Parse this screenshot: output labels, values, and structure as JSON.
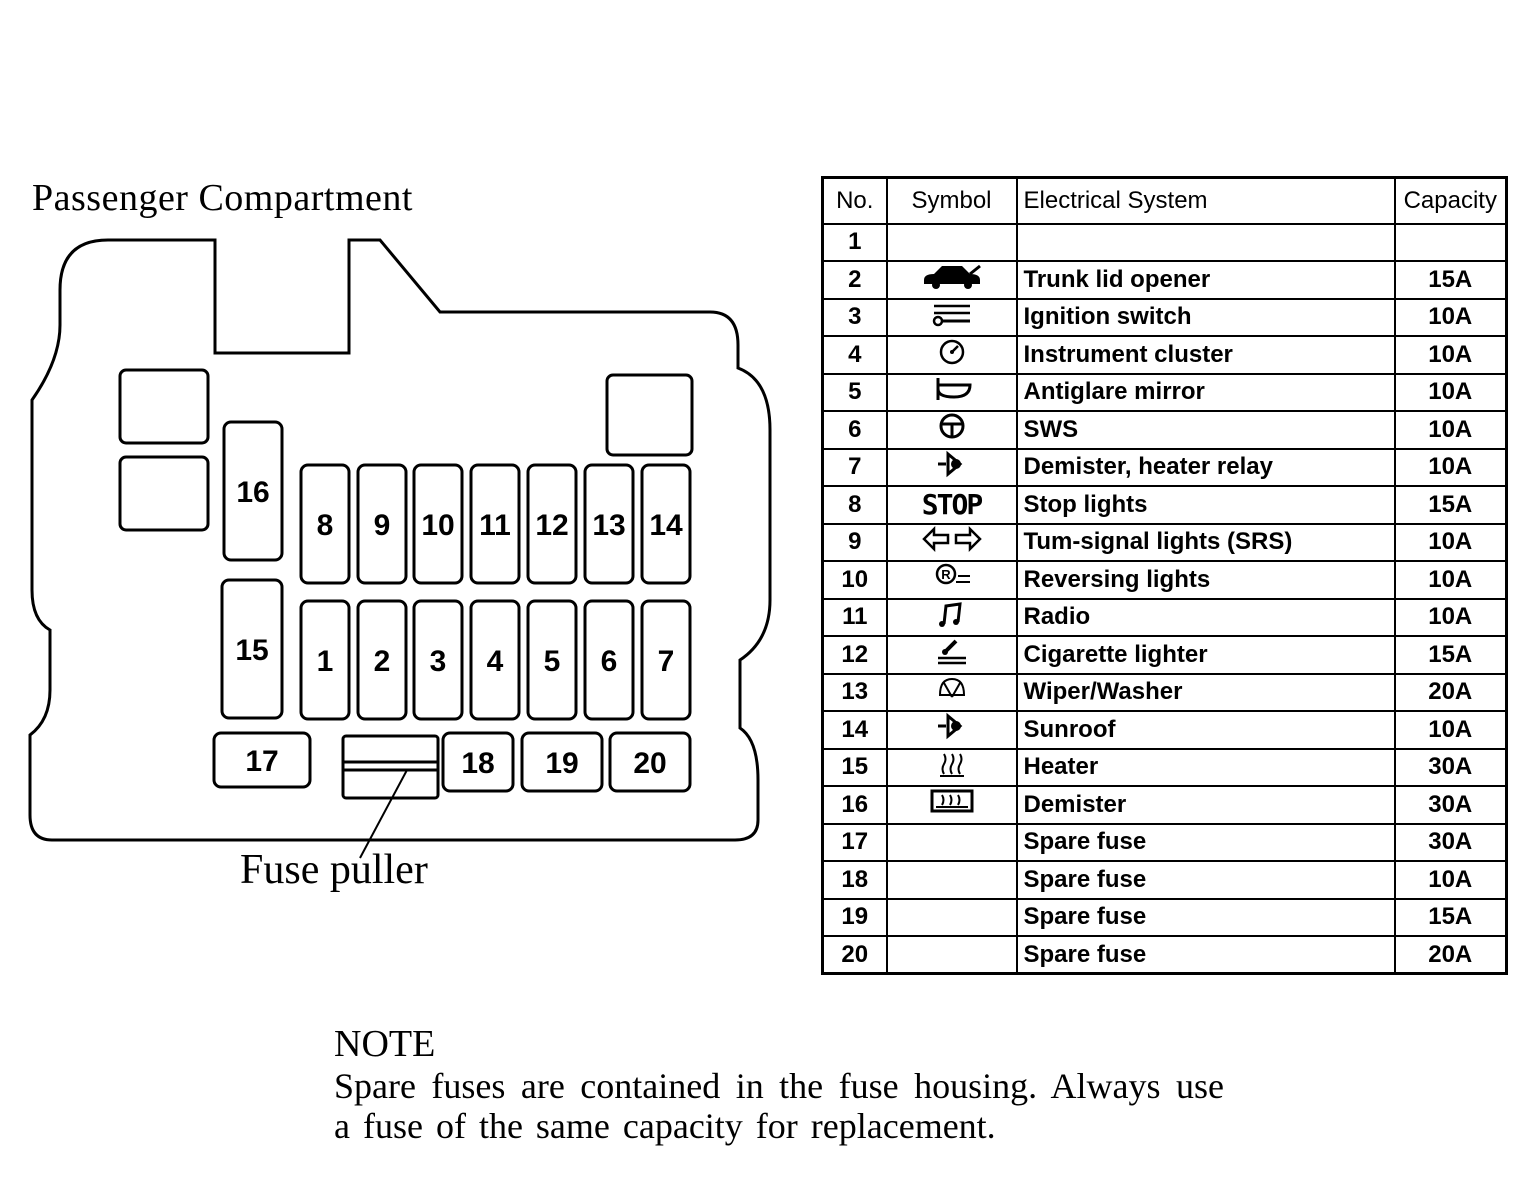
{
  "diagram": {
    "title": "Passenger Compartment",
    "fuse_puller_label": "Fuse puller",
    "fuse_labels": [
      "1",
      "2",
      "3",
      "4",
      "5",
      "6",
      "7",
      "8",
      "9",
      "10",
      "11",
      "12",
      "13",
      "14",
      "15",
      "16",
      "17",
      "18",
      "19",
      "20"
    ]
  },
  "table": {
    "headers": {
      "no": "No.",
      "symbol": "Symbol",
      "system": "Electrical System",
      "capacity": "Capacity"
    },
    "rows": [
      {
        "no": "1",
        "symbol": "",
        "system": "",
        "capacity": ""
      },
      {
        "no": "2",
        "symbol": "car-trunk-icon",
        "system": "Trunk lid opener",
        "capacity": "15A"
      },
      {
        "no": "3",
        "symbol": "ignition-key-icon",
        "system": "Ignition switch",
        "capacity": "10A"
      },
      {
        "no": "4",
        "symbol": "gauge-icon",
        "system": "Instrument cluster",
        "capacity": "10A"
      },
      {
        "no": "5",
        "symbol": "mirror-icon",
        "system": "Antiglare mirror",
        "capacity": "10A"
      },
      {
        "no": "6",
        "symbol": "steering-wheel-icon",
        "system": "SWS",
        "capacity": "10A"
      },
      {
        "no": "7",
        "symbol": "fan-icon",
        "system": "Demister, heater relay",
        "capacity": "10A"
      },
      {
        "no": "8",
        "symbol": "STOP",
        "system": "Stop lights",
        "capacity": "15A"
      },
      {
        "no": "9",
        "symbol": "turn-arrows-icon",
        "system": "Tum-signal lights (SRS)",
        "capacity": "10A"
      },
      {
        "no": "10",
        "symbol": "reverse-light-icon",
        "system": "Reversing lights",
        "capacity": "10A"
      },
      {
        "no": "11",
        "symbol": "music-note-icon",
        "system": "Radio",
        "capacity": "10A"
      },
      {
        "no": "12",
        "symbol": "lighter-icon",
        "system": "Cigarette lighter",
        "capacity": "15A"
      },
      {
        "no": "13",
        "symbol": "wiper-icon",
        "system": "Wiper/Washer",
        "capacity": "20A"
      },
      {
        "no": "14",
        "symbol": "fan-icon",
        "system": "Sunroof",
        "capacity": "10A"
      },
      {
        "no": "15",
        "symbol": "heater-icon",
        "system": "Heater",
        "capacity": "30A"
      },
      {
        "no": "16",
        "symbol": "rear-defrost-icon",
        "system": "Demister",
        "capacity": "30A"
      },
      {
        "no": "17",
        "symbol": "",
        "system": "Spare fuse",
        "capacity": "30A"
      },
      {
        "no": "18",
        "symbol": "",
        "system": "Spare fuse",
        "capacity": "10A"
      },
      {
        "no": "19",
        "symbol": "",
        "system": "Spare fuse",
        "capacity": "15A"
      },
      {
        "no": "20",
        "symbol": "",
        "system": "Spare fuse",
        "capacity": "20A"
      }
    ]
  },
  "note": {
    "heading": "NOTE",
    "text": "Spare fuses are contained in the fuse housing. Always use a fuse of the same capacity for replacement."
  }
}
